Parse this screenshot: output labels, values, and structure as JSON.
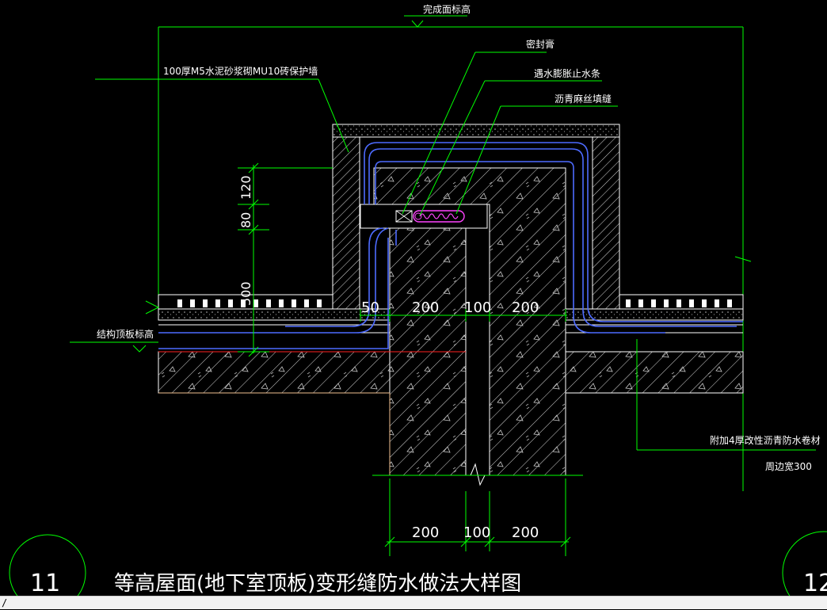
{
  "labels": {
    "finished_level": "完成面标高",
    "sealant": "密封膏",
    "water_stop": "遇水膨胀止水条",
    "asphalt_filler": "沥青麻丝填缝",
    "protect_wall": "100厚M5水泥砂浆砌MU10砖保护墙",
    "struct_level": "结构顶板标高",
    "extra_membrane": "附加4厚改性沥青防水卷材",
    "perimeter_width": "周边宽300"
  },
  "dims": {
    "v120": "120",
    "v80": "80",
    "v500": "500",
    "h50": "50",
    "h200a": "200",
    "h100": "100",
    "h200b": "200",
    "b200a": "200",
    "b100": "100",
    "b200b": "200"
  },
  "title": {
    "number_left": "11",
    "number_right": "12",
    "text": "等高屋面(地下室顶板)变形缝防水做法大样图"
  },
  "command_line": "/",
  "colors": {
    "background": "#000000",
    "leader": "#00ff00",
    "structure": "#ffffff",
    "membrane": "#4d6bff",
    "water_stop": "#ff44ff",
    "elevation_line": "#ff2020"
  }
}
